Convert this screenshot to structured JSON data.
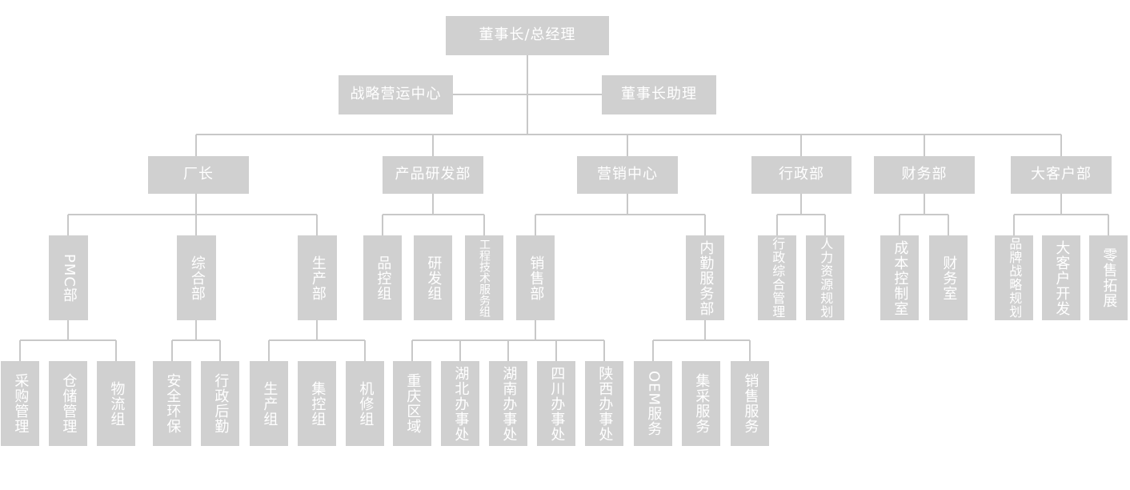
{
  "org": {
    "ceo": "董事长/总经理",
    "strategy": "战略营运中心",
    "assistant": "董事长助理",
    "departments": {
      "factory": "厂长",
      "rnd": "产品研发部",
      "marketing": "营销中心",
      "admin": "行政部",
      "finance": "财务部",
      "key_accounts": "大客户部"
    },
    "divisions": {
      "pmc": "PMC部",
      "general": "综合部",
      "production": "生产部",
      "quality": "品控组",
      "research": "研发组",
      "engineering": "工程技术服务组",
      "sales": "销售部",
      "inside_sales": "内勤服务部",
      "admin_hr": "行政综合管理",
      "hr_planning": "人力资源规划",
      "cost_control": "成本控制室",
      "finance_office": "财务室",
      "brand_strategy": "品牌战略规划",
      "key_account_dev": "大客户开发",
      "retail_expansion": "零售拓展"
    },
    "units": {
      "purchasing": "采购管理",
      "warehouse": "仓储管理",
      "logistics": "物流组",
      "safety": "安全环保",
      "logistics_admin": "行政后勤",
      "production_group": "生产组",
      "central_control": "集控组",
      "maintenance": "机修组",
      "chongqing": "重庆区域",
      "hubei": "湖北办事处",
      "hunan": "湖南办事处",
      "sichuan": "四川办事处",
      "shaanxi": "陕西办事处",
      "oem": "OEM服务",
      "procurement": "集采服务",
      "sales_service": "销售服务"
    }
  }
}
